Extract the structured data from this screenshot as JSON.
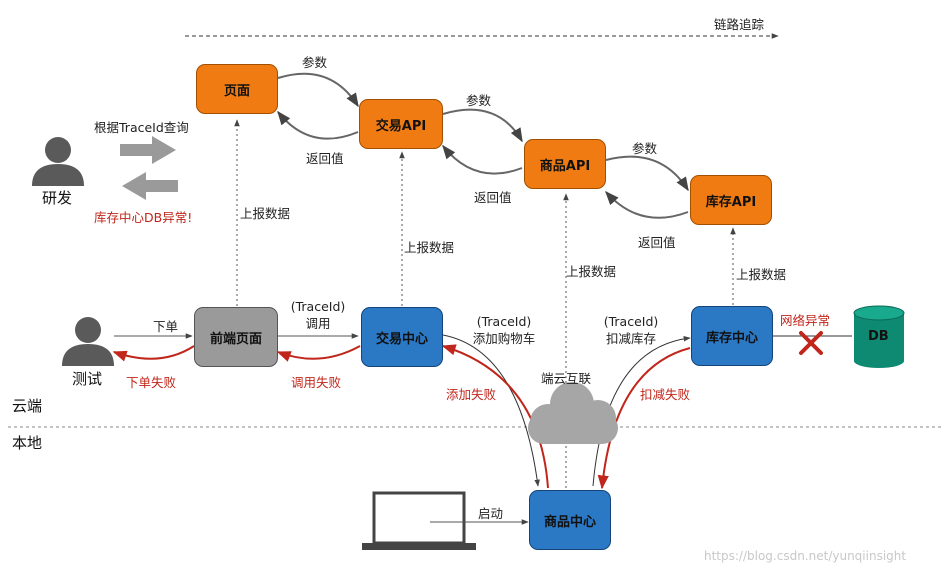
{
  "trace_label": "链路追踪",
  "nodes": {
    "page": "页面",
    "trade_api": "交易API",
    "product_api": "商品API",
    "stock_api": "库存API",
    "frontend_page": "前端页面",
    "trade_center": "交易中心",
    "stock_center": "库存中心",
    "product_center": "商品中心",
    "db": "DB"
  },
  "actors": {
    "dev": "研发",
    "tester": "测试"
  },
  "labels": {
    "query": "根据TraceId查询",
    "db_error": "库存中心DB异常!",
    "param1": "参数",
    "param2": "参数",
    "param3": "参数",
    "return1": "返回值",
    "return2": "返回值",
    "return3": "返回值",
    "report1": "上报数据",
    "report2": "上报数据",
    "report3": "上报数据",
    "report4": "上报数据",
    "order": "下单",
    "order_fail": "下单失败",
    "traceid1": "(TraceId)",
    "call": "调用",
    "call_fail": "调用失败",
    "traceid2": "(TraceId)",
    "add_cart": "添加购物车",
    "traceid3": "(TraceId)",
    "deduct_stock": "扣减库存",
    "net_error": "网络异常",
    "cloud_link": "端云互联",
    "add_fail": "添加失败",
    "deduct_fail": "扣减失败",
    "start": "启动"
  },
  "zones": {
    "cloud": "云端",
    "local": "本地"
  },
  "watermark": "https://blog.csdn.net/yunqiinsight",
  "colors": {
    "orange": "#f07b12",
    "blue": "#2b78c4",
    "gray": "#9a9a9a",
    "db": "#0f8a72",
    "error_red": "#c0261b"
  },
  "icons": [
    "person-icon",
    "laptop-icon",
    "cloud-icon",
    "database-icon",
    "error-x-icon",
    "block-arrow-icon"
  ]
}
